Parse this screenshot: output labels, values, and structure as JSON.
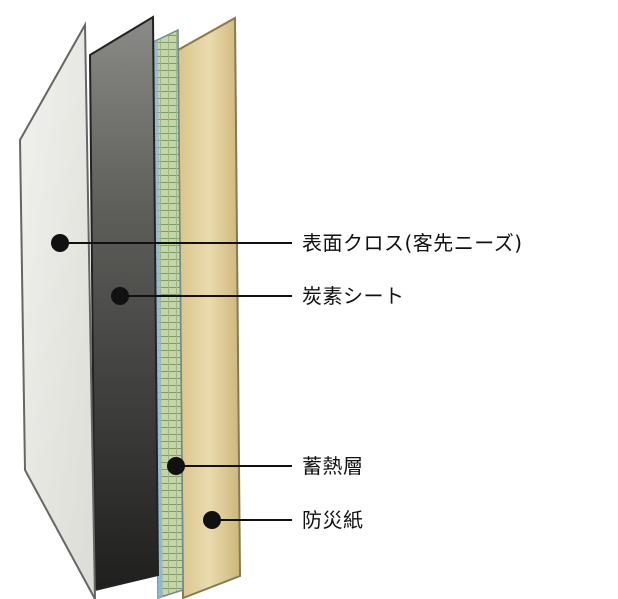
{
  "diagram": {
    "layers": [
      {
        "name": "surface-cloth",
        "label": "表面クロス(客先ニーズ)",
        "color": "#e7e7e2"
      },
      {
        "name": "carbon-sheet",
        "label": "炭素シート",
        "color": "#4a4a48"
      },
      {
        "name": "heat-storage-layer",
        "label": "蓄熱層",
        "color": "#b9cfa0"
      },
      {
        "name": "fireproof-paper",
        "label": "防災紙",
        "color": "#e3d29c"
      }
    ]
  }
}
